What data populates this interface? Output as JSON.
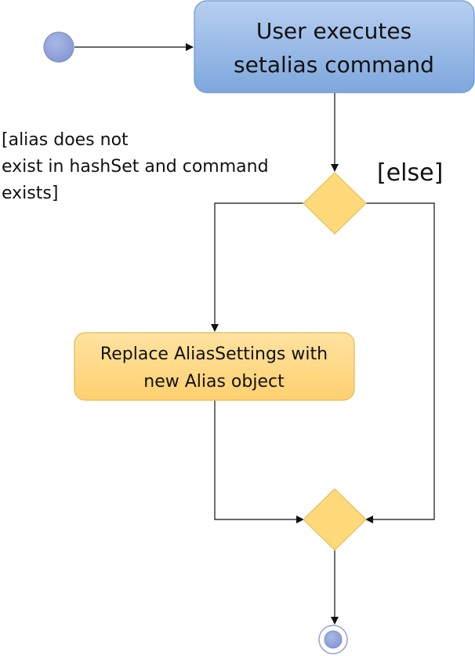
{
  "diagram": {
    "start_node": "initial-node",
    "end_node": "final-node",
    "actions": {
      "execute_command": [
        "User executes",
        "setalias command"
      ],
      "replace_settings": [
        "Replace AliasSettings with",
        "new Alias object"
      ]
    },
    "guards": {
      "then": [
        "[alias does not",
        "exist in hashSet and command",
        "exists]"
      ],
      "else": "[else]"
    },
    "colors": {
      "initial_fill": "#8fa3d9",
      "initial_stroke": "#7d90c8",
      "blue_action_top": "#b7cff0",
      "blue_action_bottom": "#7ea7dd",
      "blue_action_stroke": "#6c95cf",
      "orange_action_top": "#ffe3a1",
      "orange_action_bottom": "#ffd06f",
      "orange_action_stroke": "#e7b851",
      "diamond_fill": "#ffd97a",
      "diamond_stroke": "#e7bf57",
      "edge": "#111111"
    }
  }
}
